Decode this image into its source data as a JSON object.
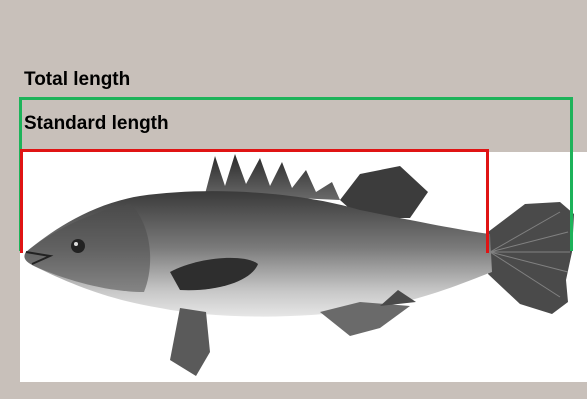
{
  "labels": {
    "total_length": "Total length",
    "standard_length": "Standard length"
  },
  "colors": {
    "background": "#c8c0ba",
    "total_length_line": "#1db35a",
    "standard_length_line": "#e01414"
  },
  "image": {
    "subject": "fish-illustration"
  }
}
